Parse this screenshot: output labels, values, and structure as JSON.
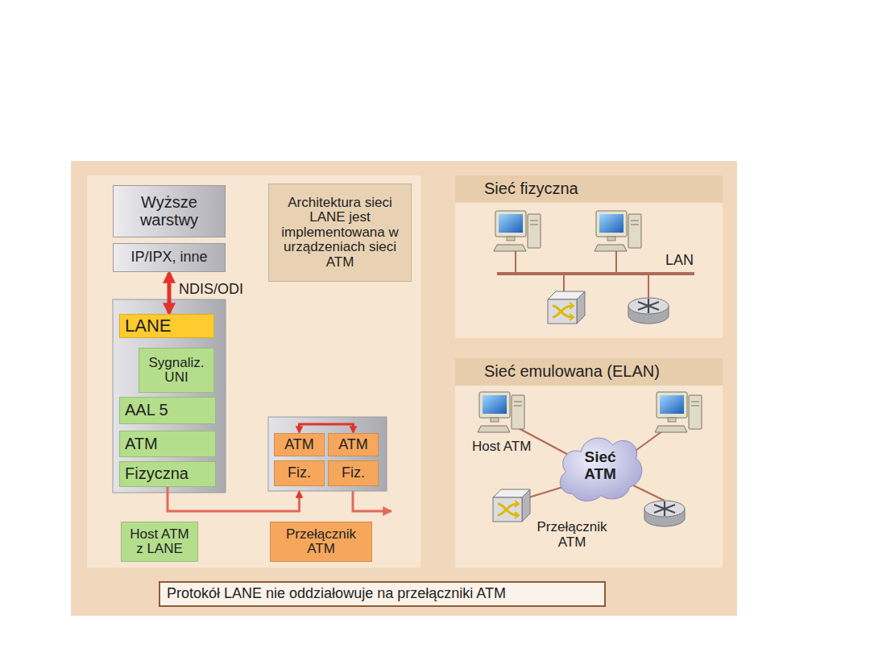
{
  "diagram": {
    "caption": "Protokół LANE nie oddziałowuje na przełączniki ATM",
    "nodes": [
      {
        "text": [
          "Wyższe warstwy"
        ]
      },
      {
        "text": [
          "IP/IPX, inne"
        ]
      },
      {
        "text": [
          "LANE"
        ]
      },
      {
        "text": [
          "Sygnaliz. UNI"
        ]
      },
      {
        "text": [
          "AAL 5"
        ]
      },
      {
        "text": [
          "ATM"
        ]
      },
      {
        "text": [
          "Fizyczna"
        ]
      },
      {
        "text": [
          "Architektura sieci LANE jest implementowana w urządzeniach sieci ATM"
        ]
      },
      {
        "text": [
          "ATM"
        ]
      },
      {
        "text": [
          "ATM"
        ]
      },
      {
        "text": [
          "Fiz."
        ]
      },
      {
        "text": [
          "Fiz."
        ]
      },
      {
        "text": [
          "Host ATM z LANE"
        ]
      },
      {
        "text": [
          "Przełącznik ATM"
        ]
      },
      {
        "text": [
          "Sieć fizyczna"
        ]
      },
      {
        "text": [
          "Sieć emulowana (ELAN)"
        ]
      },
      {
        "text": [
          "Sieć ATM"
        ],
        "in": 15
      }
    ],
    "edges": [
      {
        "from": 1,
        "to": 2,
        "arrow": "both",
        "label": "NDIS/ODI"
      },
      {
        "from": 8,
        "to": 9,
        "arrow": "both"
      },
      {
        "from": 6,
        "to": 10,
        "arrow": "to"
      }
    ],
    "labels": [
      "LAN",
      "Host ATM",
      "Przełącznik ATM"
    ]
  }
}
